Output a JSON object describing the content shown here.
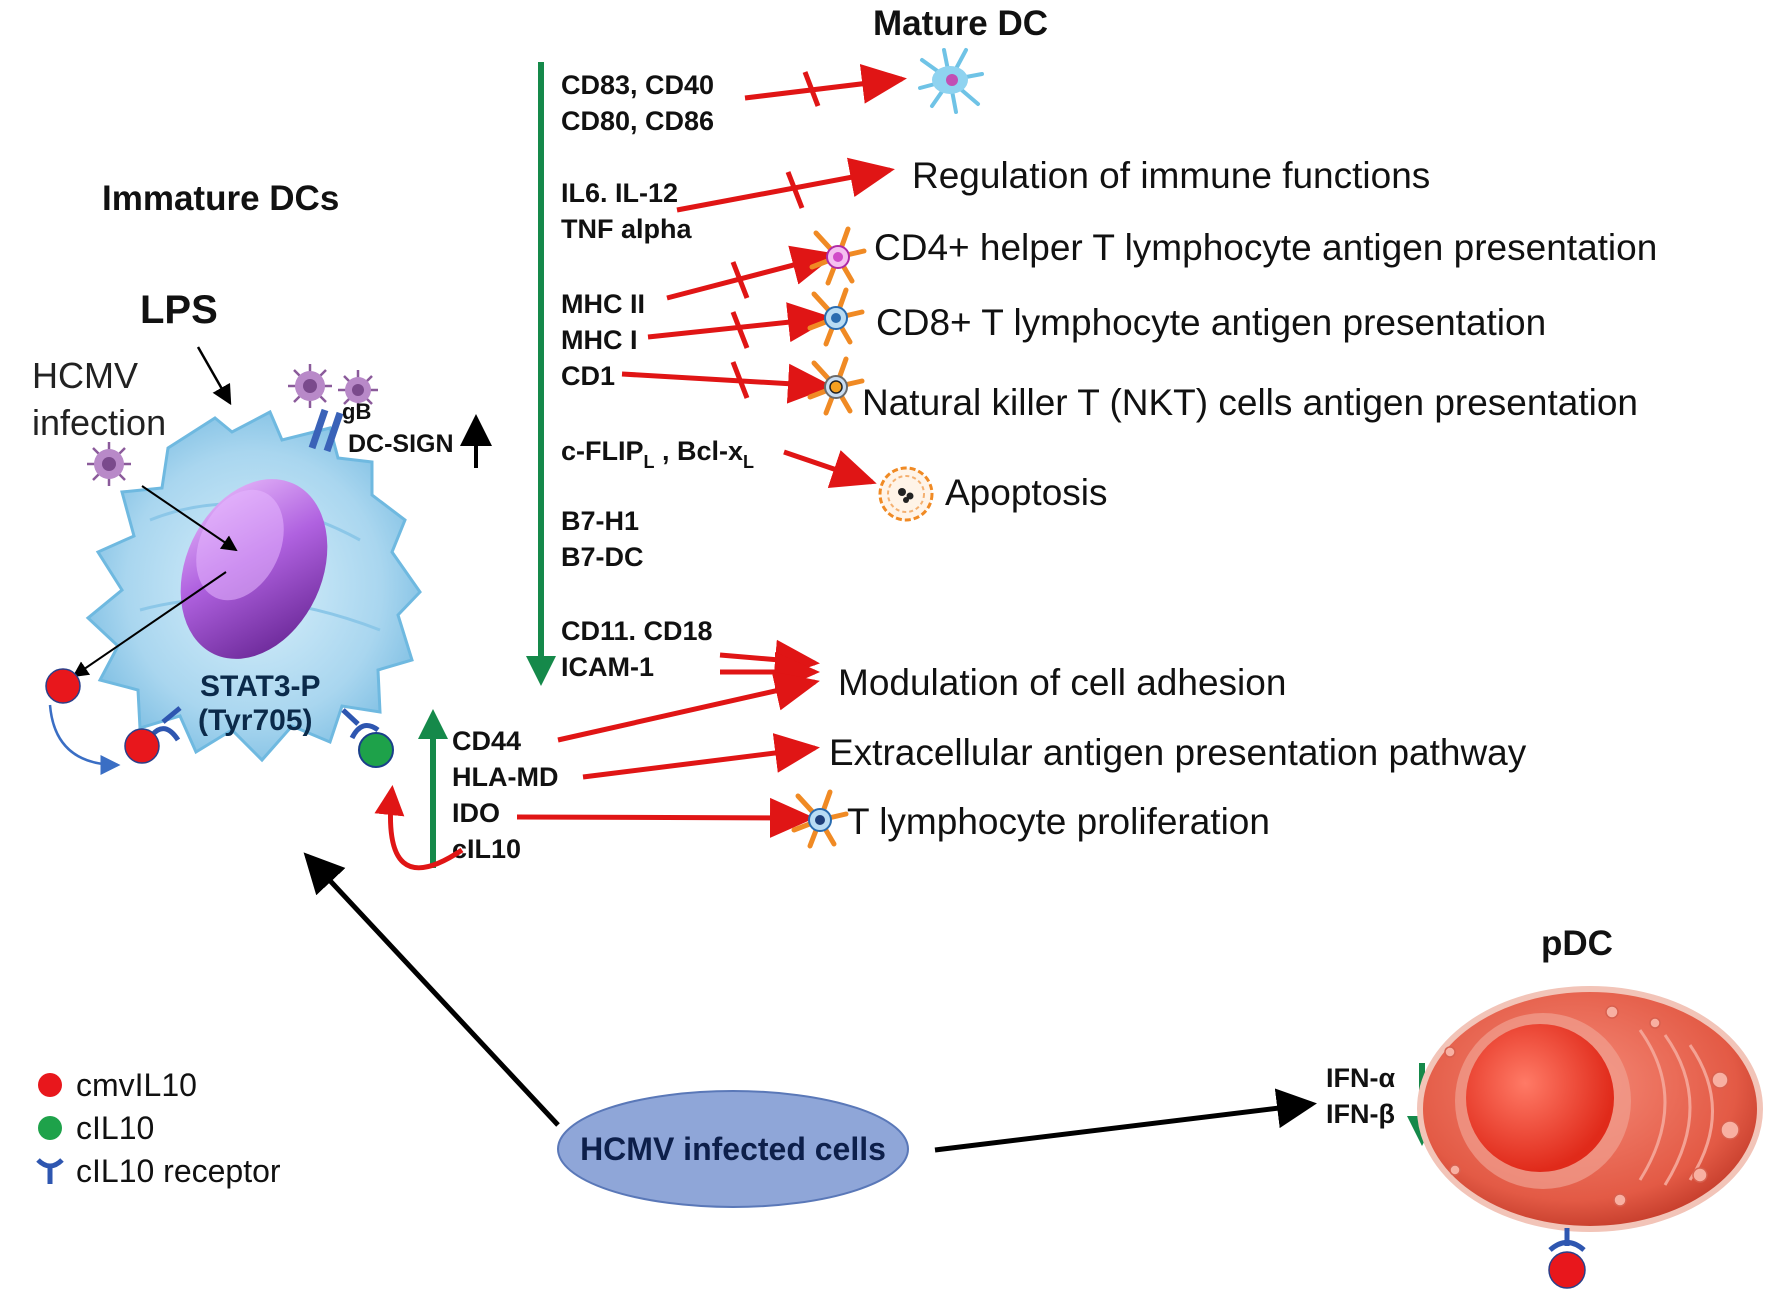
{
  "headings": {
    "mature_dc": "Mature DC",
    "immature_dcs": "Immature DCs",
    "pdc": "pDC",
    "lps": "LPS",
    "hcmv_infection_1": "HCMV",
    "hcmv_infection_2": "infection",
    "gb": "gB",
    "dc_sign": "DC-SIGN",
    "stat3_1": "STAT3-P",
    "stat3_2": "(Tyr705)"
  },
  "markers": {
    "m1a": "CD83, CD40",
    "m1b": "CD80, CD86",
    "m2a": "IL6. IL-12",
    "m2b": "TNF alpha",
    "m3": "MHC II",
    "m4": "MHC I",
    "m5": "CD1",
    "m6a": "c-FLIP",
    "m6sub": "L",
    "m6b": " , Bcl-x",
    "m7a": "B7-H1",
    "m7b": "B7-DC",
    "m8a": "CD11. CD18",
    "m8b": "ICAM-1",
    "m9a": "CD44",
    "m9b": "HLA-MD",
    "m9c": "IDO",
    "m9d": "cIL10"
  },
  "outcomes": {
    "o1": "Regulation  of immune  functions",
    "o2": "CD4+ helper T lymphocyte  antigen presentation",
    "o3": "CD8+ T lymphocyte  antigen  presentation",
    "o4": "Natural  killer T (NKT) cells antigen presentation",
    "o5": "Apoptosis",
    "o6": "Modulation  of cell adhesion",
    "o7": "Extracellular  antigen  presentation pathway",
    "o8": "T lymphocyte  proliferation"
  },
  "infected": {
    "label": "HCMV infected cells"
  },
  "ifn": {
    "a": "IFN-α",
    "b": "IFN-β"
  },
  "legend": {
    "red_dot": "cmvIL10",
    "green_dot": "cIL10",
    "receptor": "cIL10 receptor"
  },
  "colors": {
    "arrow_red": "#e01515",
    "arrow_green": "#15894a",
    "cmv_il10": "#e8171c",
    "c_il10": "#1ea24a",
    "receptor": "#2e56b0",
    "cell_blue": "#a9d6ef",
    "nucleus": "#a64fd6",
    "infected_fill": "#8fa6d8",
    "pdc_fill": "#e5614f"
  }
}
